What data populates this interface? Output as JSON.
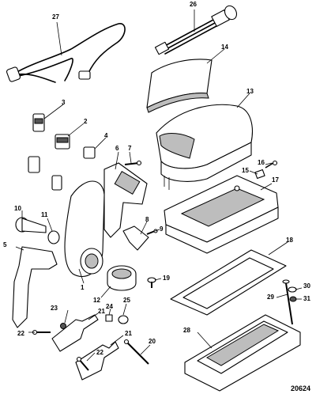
{
  "callouts": {
    "c1": "1",
    "c2": "2",
    "c3": "3",
    "c4": "4",
    "c5": "5",
    "c6": "6",
    "c7": "7",
    "c8": "8",
    "c9": "9",
    "c10": "10",
    "c11": "11",
    "c12": "12",
    "c13": "13",
    "c14": "14",
    "c15": "15",
    "c16": "16",
    "c17": "17",
    "c18": "18",
    "c19": "19",
    "c20": "20",
    "c21a": "21",
    "c21b": "21",
    "c22a": "22",
    "c22b": "22",
    "c23": "23",
    "c24": "24",
    "c25": "25",
    "c26": "26",
    "c27": "27",
    "c28": "28",
    "c29": "29",
    "c30": "30",
    "c31": "31"
  },
  "drawing_number": "20624"
}
